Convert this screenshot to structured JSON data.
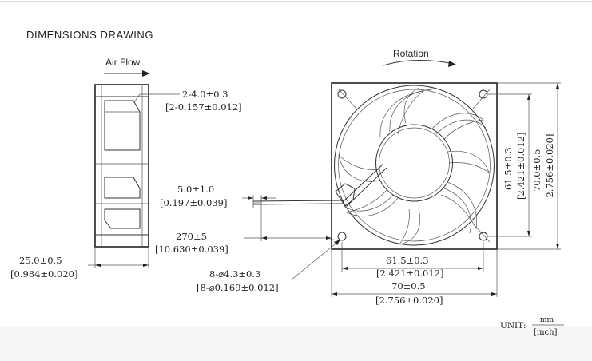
{
  "header": {
    "title": "DIMENSIONS DRAWING",
    "air_flow": "Air Flow",
    "rotation": "Rotation"
  },
  "dimensions": {
    "blade_thickness": {
      "mm": "2-4.0±0.3",
      "inch": "[2-0.157±0.012]"
    },
    "wire_strip": {
      "mm": "5.0±1.0",
      "inch": "[0.197±0.039]"
    },
    "lead_length": {
      "mm": "270±5",
      "inch": "[10.630±0.039]"
    },
    "fan_depth": {
      "mm": "25.0±0.5",
      "inch": "[0.984±0.020]"
    },
    "mount_holes": {
      "mm": "8-⌀4.3±0.3",
      "inch": "[8-⌀0.169±0.012]"
    },
    "hole_spacing_h": {
      "mm": "61.5±0.3",
      "inch": "[2.421±0.012]"
    },
    "frame_width": {
      "mm": "70±0.5",
      "inch": "[2.756±0.020]"
    },
    "hole_spacing_v": {
      "mm": "61.5±0.3",
      "inch": "[2.421±0.012]"
    },
    "frame_height": {
      "mm": "70.0±0.5",
      "inch": "[2.756±0.020]"
    }
  },
  "unit": {
    "label": "UNIT:",
    "top": "mm",
    "bottom": "[inch]"
  }
}
